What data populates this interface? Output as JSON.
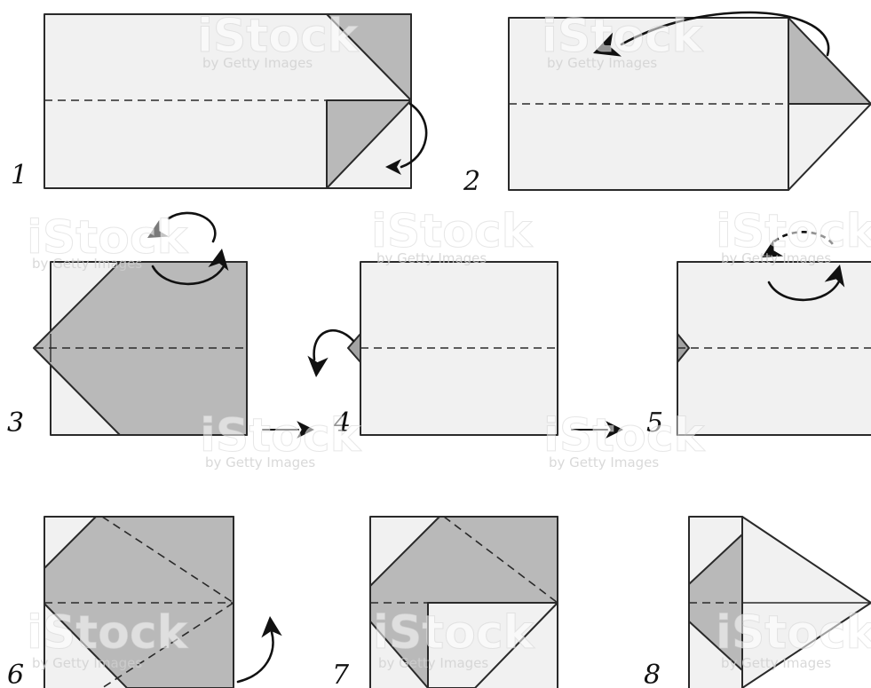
{
  "diagram": {
    "steps": [
      {
        "label": "1"
      },
      {
        "label": "2"
      },
      {
        "label": "3"
      },
      {
        "label": "4"
      },
      {
        "label": "5"
      },
      {
        "label": "6"
      },
      {
        "label": "7"
      },
      {
        "label": "8"
      }
    ],
    "watermark": {
      "brand": "iStock",
      "credit": "by Getty Images"
    },
    "colors": {
      "paper": "#f1f1f1",
      "flap": "#b9b9b9",
      "ink": "#111111"
    }
  }
}
